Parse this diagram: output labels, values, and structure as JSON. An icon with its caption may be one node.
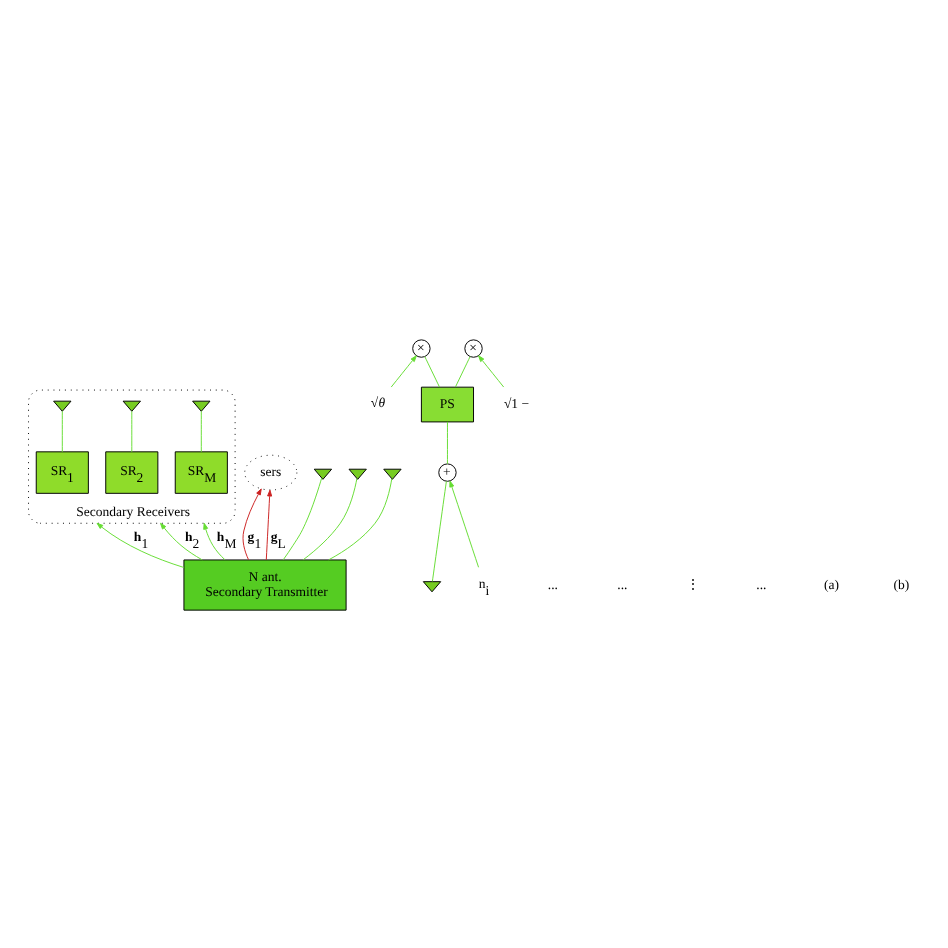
{
  "diagram": {
    "nodes": [
      {
        "text": [
          "Secondary Receivers"
        ]
      },
      {
        "text": [],
        "shape": "triangle",
        "in": 0
      },
      {
        "text": [],
        "shape": "triangle",
        "in": 0
      },
      {
        "text": [],
        "shape": "triangle",
        "in": 0
      },
      {
        "text": [
          "SR$_{1}$"
        ],
        "in": 0
      },
      {
        "text": [
          "SR$_{2}$"
        ],
        "in": 0
      },
      {
        "text": [
          "SR$_{M}$"
        ],
        "in": 0
      },
      {
        "text": [
          "sers"
        ]
      },
      {
        "text": [],
        "shape": "triangle"
      },
      {
        "text": [],
        "shape": "triangle"
      },
      {
        "text": [],
        "shape": "triangle"
      },
      {
        "text": [
          "N ant.",
          "Secondary Transmitter"
        ]
      },
      {
        "text": [],
        "shape": "triangle"
      },
      {
        "text": [
          "n$_{i}$"
        ]
      },
      {
        "text": [
          "+"
        ]
      },
      {
        "text": [
          "PS"
        ]
      },
      {
        "text": [
          "√*θ*"
        ]
      },
      {
        "text": [
          "×"
        ]
      },
      {
        "text": [
          "×"
        ]
      },
      {
        "text": [
          "√1 −"
        ]
      }
    ],
    "edges": [
      {
        "from": 4,
        "to": 1,
        "arrow": "none"
      },
      {
        "from": 5,
        "to": 2,
        "arrow": "none"
      },
      {
        "from": 6,
        "to": 3,
        "arrow": "none"
      },
      {
        "from": 11,
        "to": 0,
        "arrow": "to",
        "label": "**h**$_{1}$"
      },
      {
        "from": 11,
        "to": 0,
        "arrow": "to",
        "label": "**h**$_{2}$"
      },
      {
        "from": 11,
        "to": 0,
        "arrow": "to",
        "label": "**h**$_{M}$"
      },
      {
        "from": 11,
        "to": 7,
        "arrow": "to",
        "label": "**g**$_{1}$",
        "color": "#cc2222"
      },
      {
        "from": 11,
        "to": 7,
        "arrow": "to",
        "label": "**g**$_{L}$",
        "color": "#cc2222"
      },
      {
        "from": 11,
        "to": 8,
        "arrow": "none"
      },
      {
        "from": 11,
        "to": 9,
        "arrow": "none"
      },
      {
        "from": 11,
        "to": 10,
        "arrow": "none"
      },
      {
        "from": 12,
        "to": 14,
        "arrow": "none"
      },
      {
        "from": 13,
        "to": 14,
        "arrow": "to"
      },
      {
        "from": 14,
        "to": 15,
        "arrow": "none"
      },
      {
        "from": 15,
        "to": 17,
        "arrow": "none"
      },
      {
        "from": 15,
        "to": 18,
        "arrow": "none"
      },
      {
        "from": 16,
        "to": 17,
        "arrow": "to"
      },
      {
        "from": 19,
        "to": 18,
        "arrow": "to"
      }
    ],
    "labels": [
      "...",
      "...",
      "⋮",
      "...",
      "(a)",
      "(b)"
    ]
  }
}
